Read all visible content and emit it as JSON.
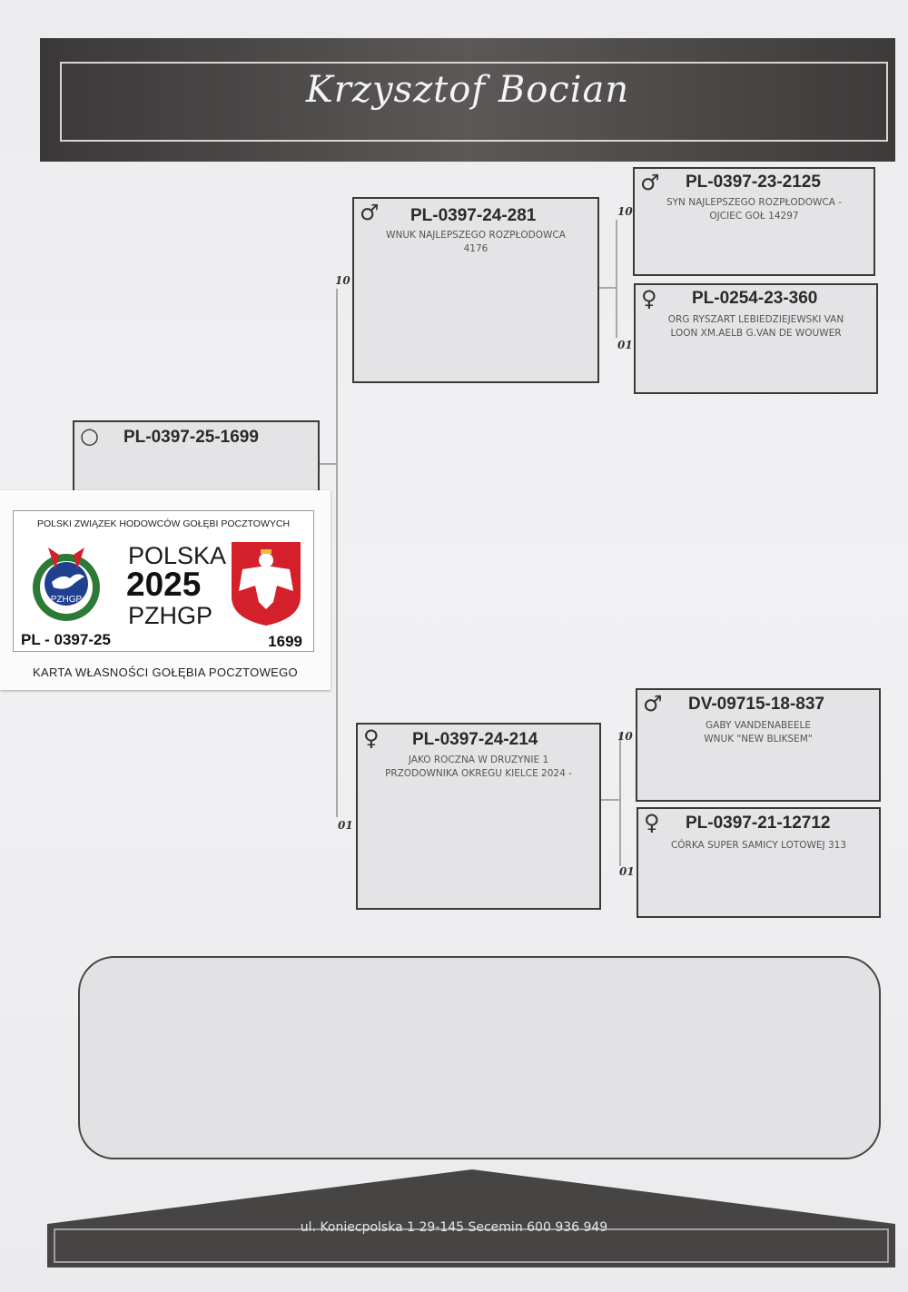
{
  "header": {
    "title": "Krzysztof Bocian"
  },
  "pigeon": {
    "ring": "PL-0397-25-1699",
    "symbol": "○"
  },
  "sire": {
    "symbol": "♂",
    "ring": "PL-0397-24-281",
    "desc_line1": "WNUK NAJLEPSZEGO ROZPŁODOWCA",
    "desc_line2": "4176",
    "label": "10"
  },
  "dam": {
    "symbol": "♀",
    "ring": "PL-0397-24-214",
    "desc_line1": "JAKO ROCZNA W DRUZYNIE 1",
    "desc_line2": "PRZODOWNIKA OKREGU KIELCE 2024 -",
    "label": "01"
  },
  "sire_sire": {
    "symbol": "♂",
    "ring": "PL-0397-23-2125",
    "desc_line1": "SYN NAJLEPSZEGO ROZPŁODOWCA -",
    "desc_line2": "OJCIEC GOŁ 14297",
    "label": "10"
  },
  "sire_dam": {
    "symbol": "♀",
    "ring": "PL-0254-23-360",
    "desc_line1": "ORG RYSZART LEBIEDZIEJEWSKI VAN",
    "desc_line2": "LOON xM.AELB G.VAN DE WOUWER",
    "label": "01"
  },
  "dam_sire": {
    "symbol": "♂",
    "ring": "DV-09715-18-837",
    "desc_line1": "GABY VANDENABEELE",
    "desc_line2": "WNUK  \"NEW BLIKSEM\"",
    "label": "10"
  },
  "dam_dam": {
    "symbol": "♀",
    "ring": "PL-0397-21-12712",
    "desc_line1": "CÓRKA SUPER SAMICY LOTOWEJ 313",
    "desc_line2": "",
    "label": "01"
  },
  "card": {
    "header": "POLSKI ZWIĄZEK HODOWCÓW GOŁĘBI POCZTOWYCH",
    "polska": "POLSKA",
    "year": "2025",
    "org": "PZHGP",
    "logo_text": "PZHGP",
    "ring": "PL - 0397-25",
    "number": "1699",
    "footer": "KARTA  WŁASNOŚCI GOŁĘBIA POCZTOWEGO"
  },
  "footer": {
    "address": "ul. Koniecpolska 1  29-145 Secemin  600 936 949"
  },
  "colors": {
    "banner": "#4a4847",
    "red": "#d3202a",
    "navy": "#1f3f8f",
    "green": "#2d7a36"
  }
}
